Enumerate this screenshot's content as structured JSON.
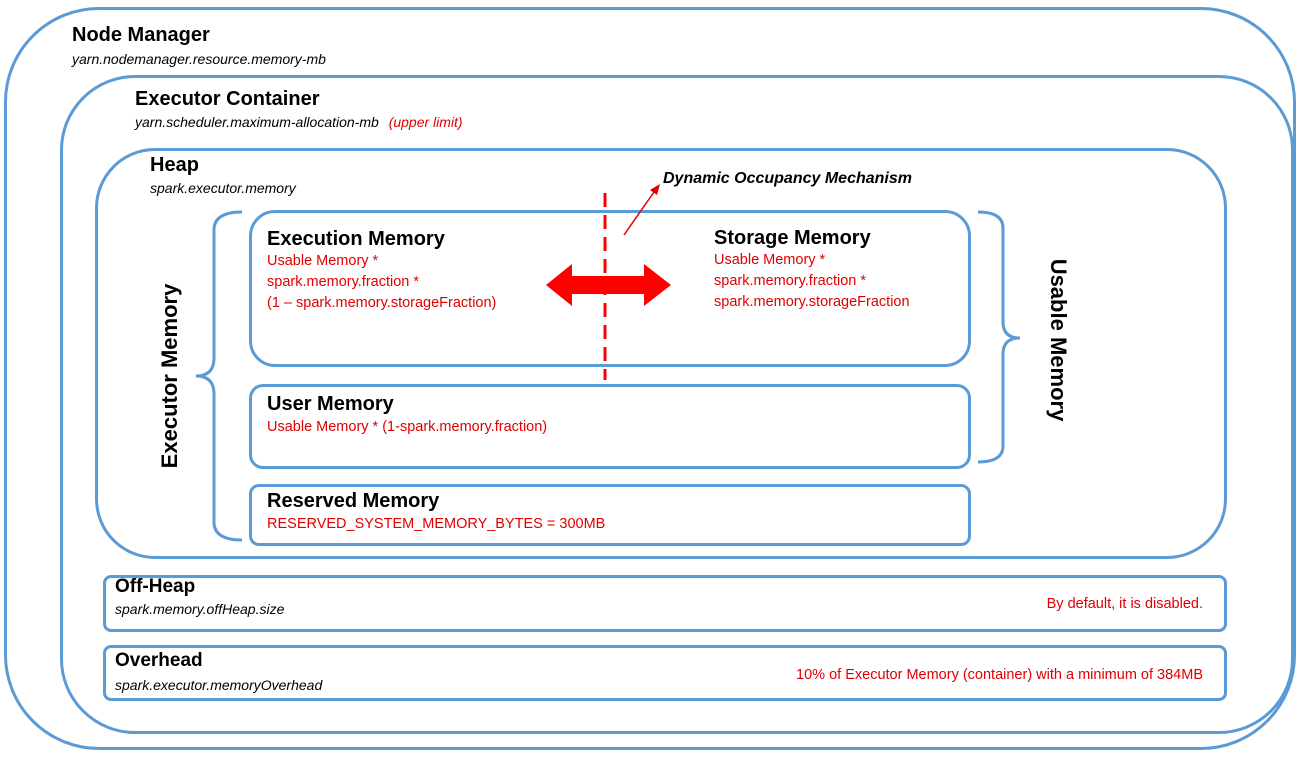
{
  "node_manager": {
    "title": "Node Manager",
    "param": "yarn.nodemanager.resource.memory-mb"
  },
  "executor_container": {
    "title": "Executor Container",
    "param": "yarn.scheduler.maximum-allocation-mb",
    "note": "(upper limit)"
  },
  "heap": {
    "title": "Heap",
    "param": "spark.executor.memory"
  },
  "dynamic_occupancy": {
    "label": "Dynamic Occupancy Mechanism"
  },
  "execution_memory": {
    "title": "Execution Memory",
    "formula": [
      "Usable Memory *",
      "spark.memory.fraction *",
      "(1 – spark.memory.storageFraction)"
    ]
  },
  "storage_memory": {
    "title": "Storage Memory",
    "formula": [
      "Usable Memory *",
      "spark.memory.fraction *",
      "spark.memory.storageFraction"
    ]
  },
  "user_memory": {
    "title": "User Memory",
    "formula": "Usable Memory * (1-spark.memory.fraction)"
  },
  "reserved_memory": {
    "title": "Reserved Memory",
    "formula": "RESERVED_SYSTEM_MEMORY_BYTES = 300MB"
  },
  "executor_memory_label": "Executor Memory",
  "usable_memory_label": "Usable Memory",
  "off_heap": {
    "title": "Off-Heap",
    "param": "spark.memory.offHeap.size",
    "note": "By default, it is disabled."
  },
  "overhead": {
    "title": "Overhead",
    "param": "spark.executor.memoryOverhead",
    "note": "10% of Executor Memory (container) with a minimum of 384MB"
  },
  "colors": {
    "box_border": "#5b9bd5",
    "formula_text": "#e00000",
    "arrow": "#ff0000"
  }
}
